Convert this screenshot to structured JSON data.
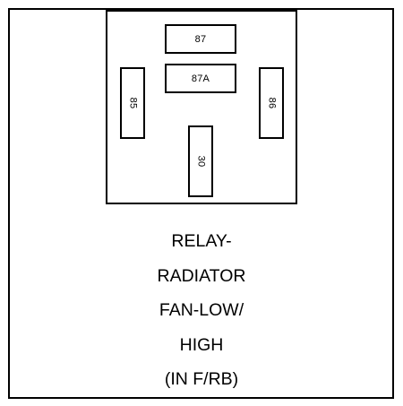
{
  "relay": {
    "terminals": {
      "t87": "87",
      "t87a": "87A",
      "t85": "85",
      "t86": "86",
      "t30": "30"
    }
  },
  "caption": {
    "lines": [
      "RELAY-",
      "RADIATOR",
      "FAN-LOW/",
      "HIGH",
      "(IN F/RB)"
    ]
  }
}
